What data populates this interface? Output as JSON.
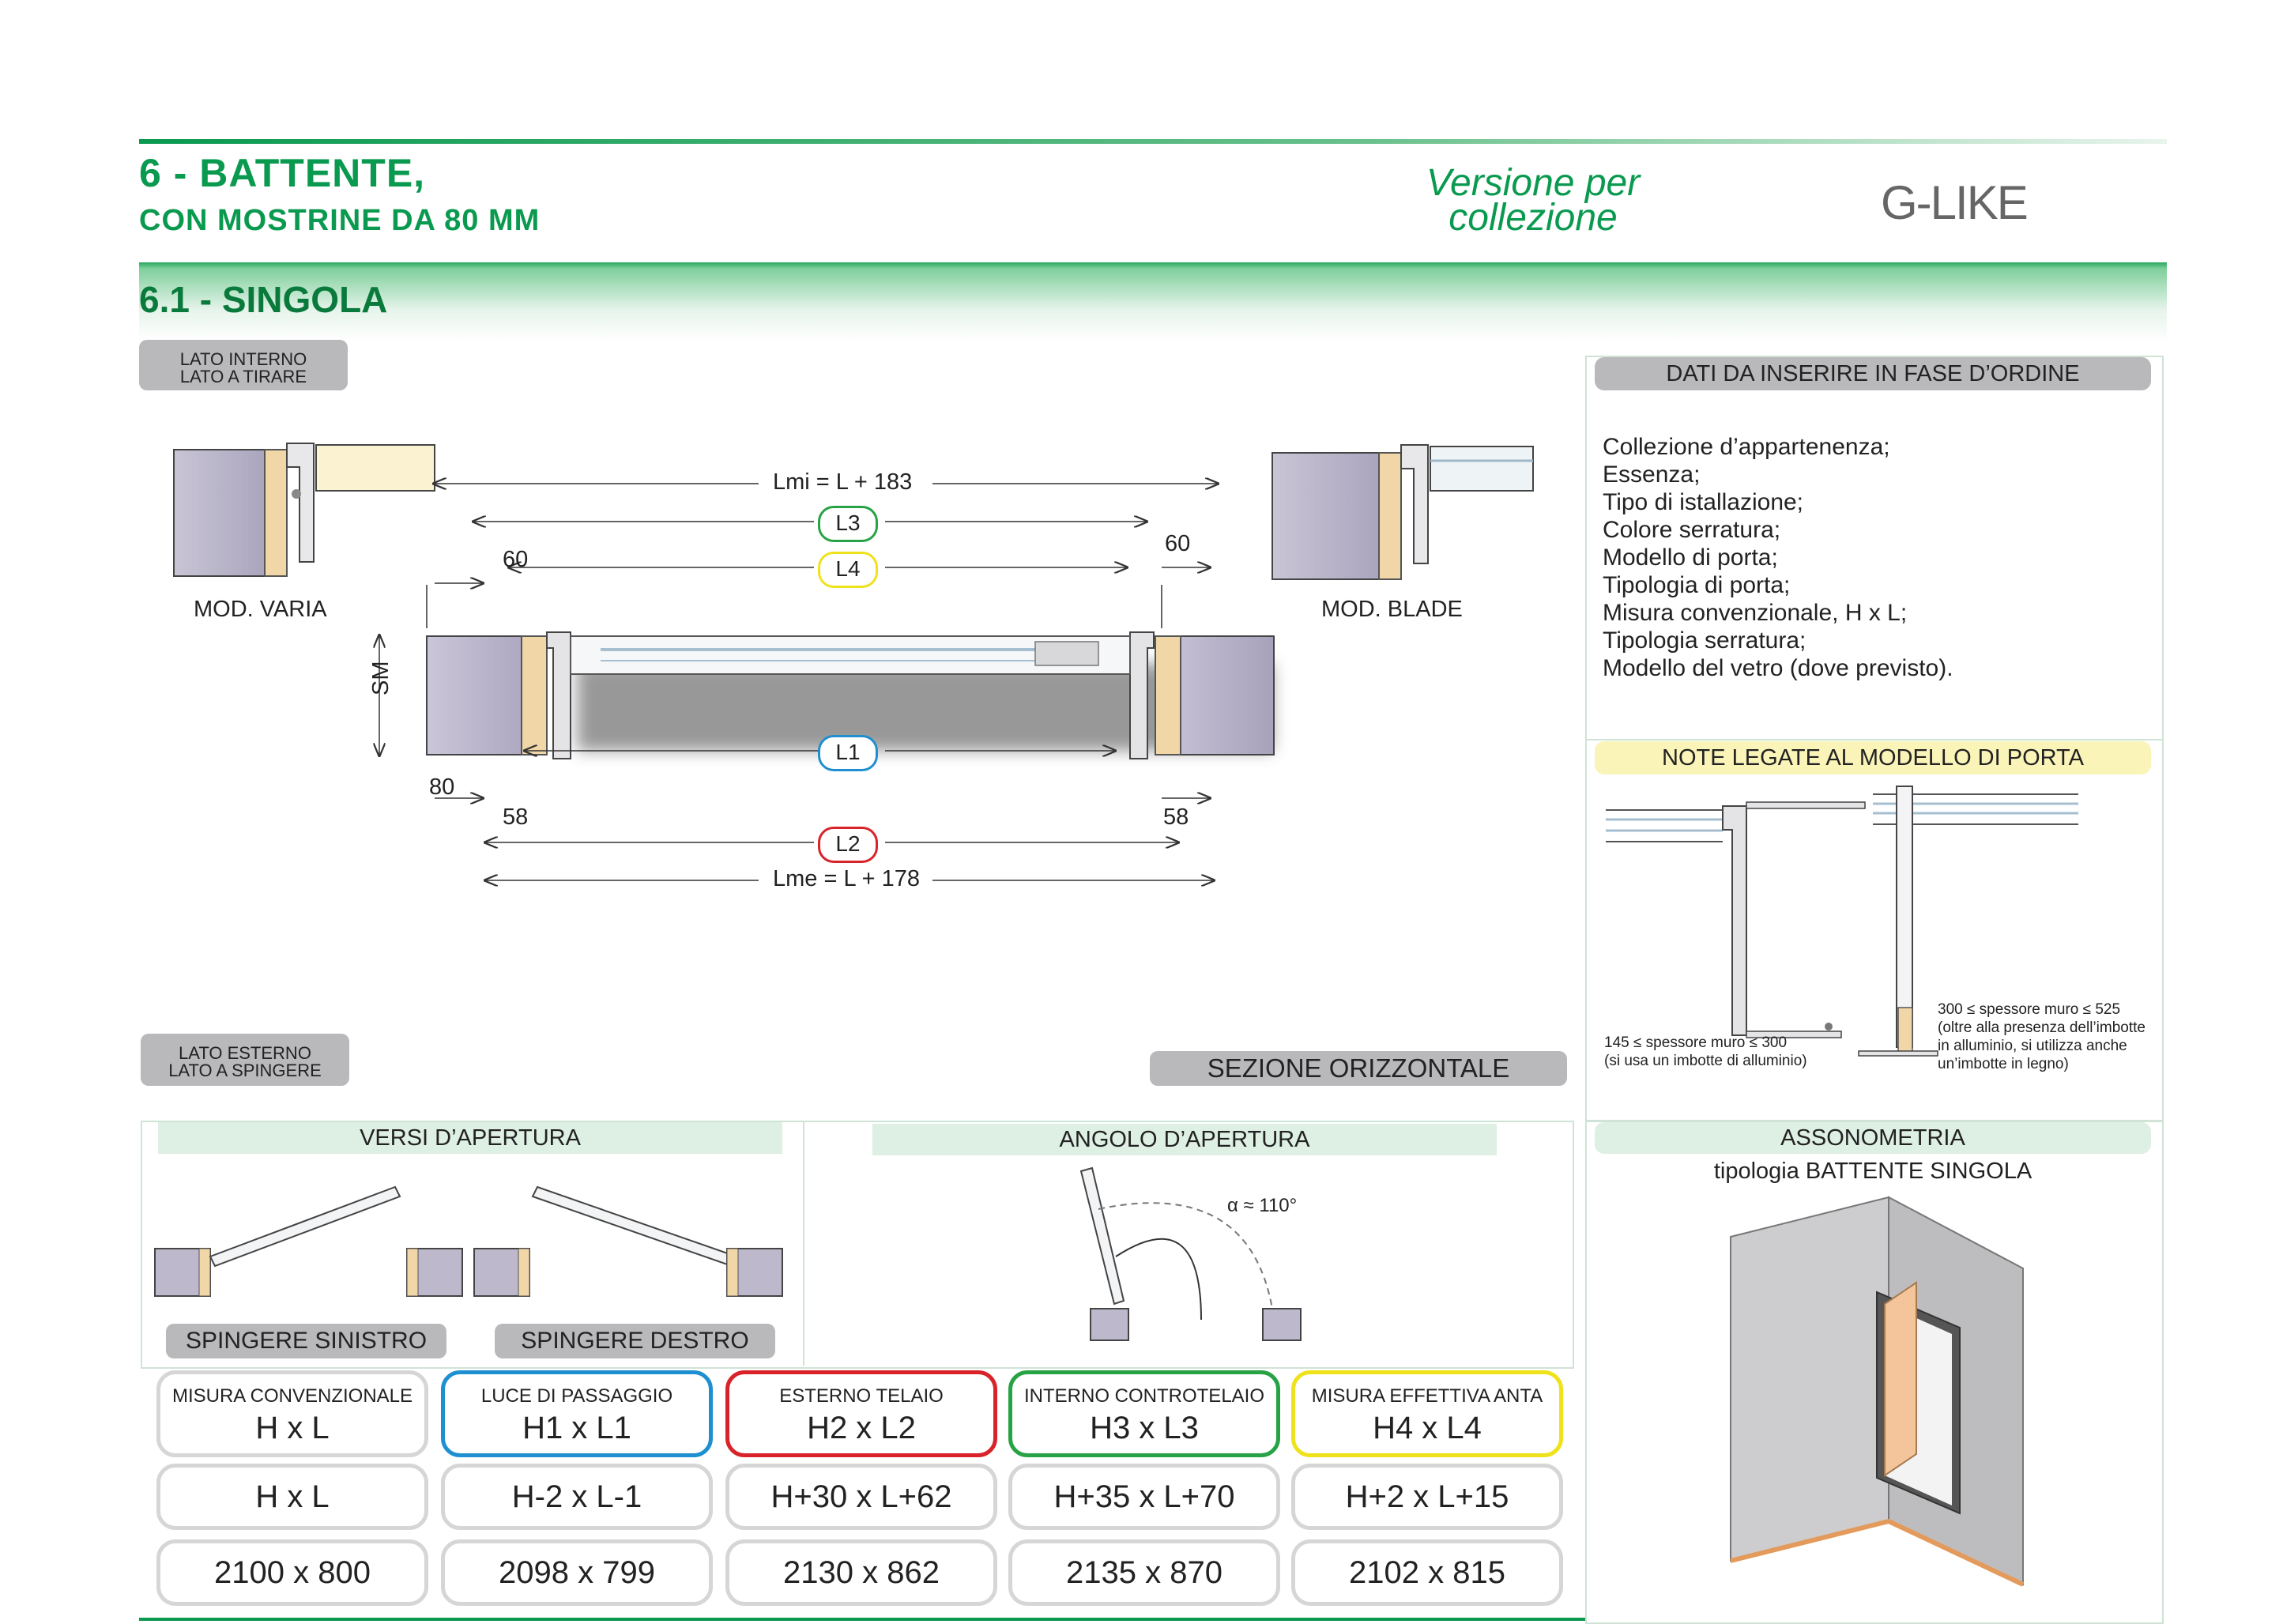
{
  "header": {
    "title": "6 - BATTENTE,",
    "subtitle": "CON MOSTRINE DA 80 MM",
    "version_line1": "Versione per",
    "version_line2": "collezione",
    "brand": "G-LIKE"
  },
  "section": {
    "title": "6.1 - SINGOLA"
  },
  "drawing": {
    "side_interno_1": "LATO INTERNO",
    "side_interno_2": "LATO A TIRARE",
    "side_esterno_1": "LATO ESTERNO",
    "side_esterno_2": "LATO A SPINGERE",
    "mod_varia": "MOD. VARIA",
    "mod_blade": "MOD. BLADE",
    "sezione": "SEZIONE ORIZZONTALE",
    "dims": {
      "lmi": "Lmi = L + 183",
      "lme": "Lme = L + 178",
      "l1": "L1",
      "l2": "L2",
      "l3": "L3",
      "l4": "L4",
      "d60_left": "60",
      "d60_right": "60",
      "d58_left": "58",
      "d58_right": "58",
      "d80": "80",
      "sm": "SM"
    }
  },
  "order_panel": {
    "title": "DATI DA INSERIRE IN FASE D’ORDINE",
    "items": [
      "Collezione d’appartenenza;",
      "Essenza;",
      "Tipo di istallazione;",
      "Colore serratura;",
      "Modello di porta;",
      "Tipologia di porta;",
      "Misura convenzionale, H x L;",
      "Tipologia serratura;",
      "Modello del vetro (dove previsto)."
    ]
  },
  "notes_panel": {
    "title": "NOTE LEGATE AL MODELLO DI PORTA",
    "note_left_1": "145 ≤ spessore muro ≤ 300",
    "note_left_2": "(si usa un imbotte di alluminio)",
    "note_right_1": "300 ≤ spessore muro ≤ 525",
    "note_right_2": "(oltre alla presenza dell’imbotte",
    "note_right_3": "in alluminio, si utilizza anche",
    "note_right_4": "un’imbotte in legno)"
  },
  "versi": {
    "title": "VERSI D’APERTURA",
    "left": "SPINGERE SINISTRO",
    "right": "SPINGERE DESTRO"
  },
  "angolo": {
    "title": "ANGOLO D’APERTURA",
    "alpha": "α ≈ 110°"
  },
  "assonometria": {
    "title": "ASSONOMETRIA",
    "subtitle": "tipologia BATTENTE SINGOLA"
  },
  "table": {
    "headers": [
      {
        "label": "MISURA CONVENZIONALE",
        "formula": "H x L",
        "color": "#d6d6d6"
      },
      {
        "label": "LUCE DI PASSAGGIO",
        "formula": "H1 x L1",
        "color": "#1e8fd0"
      },
      {
        "label": "ESTERNO TELAIO",
        "formula": "H2 x L2",
        "color": "#d8232a"
      },
      {
        "label": "INTERNO CONTROTELAIO",
        "formula": "H3 x L3",
        "color": "#27a345"
      },
      {
        "label": "MISURA EFFETTIVA ANTA",
        "formula": "H4 x L4",
        "color": "#f0e21a"
      }
    ],
    "formulas": [
      "H x L",
      "H-2 x L-1",
      "H+30 x L+62",
      "H+35 x L+70",
      "H+2 x L+15"
    ],
    "values": [
      "2100 x 800",
      "2098 x 799",
      "2130 x 862",
      "2135 x 870",
      "2102 x 815"
    ]
  }
}
